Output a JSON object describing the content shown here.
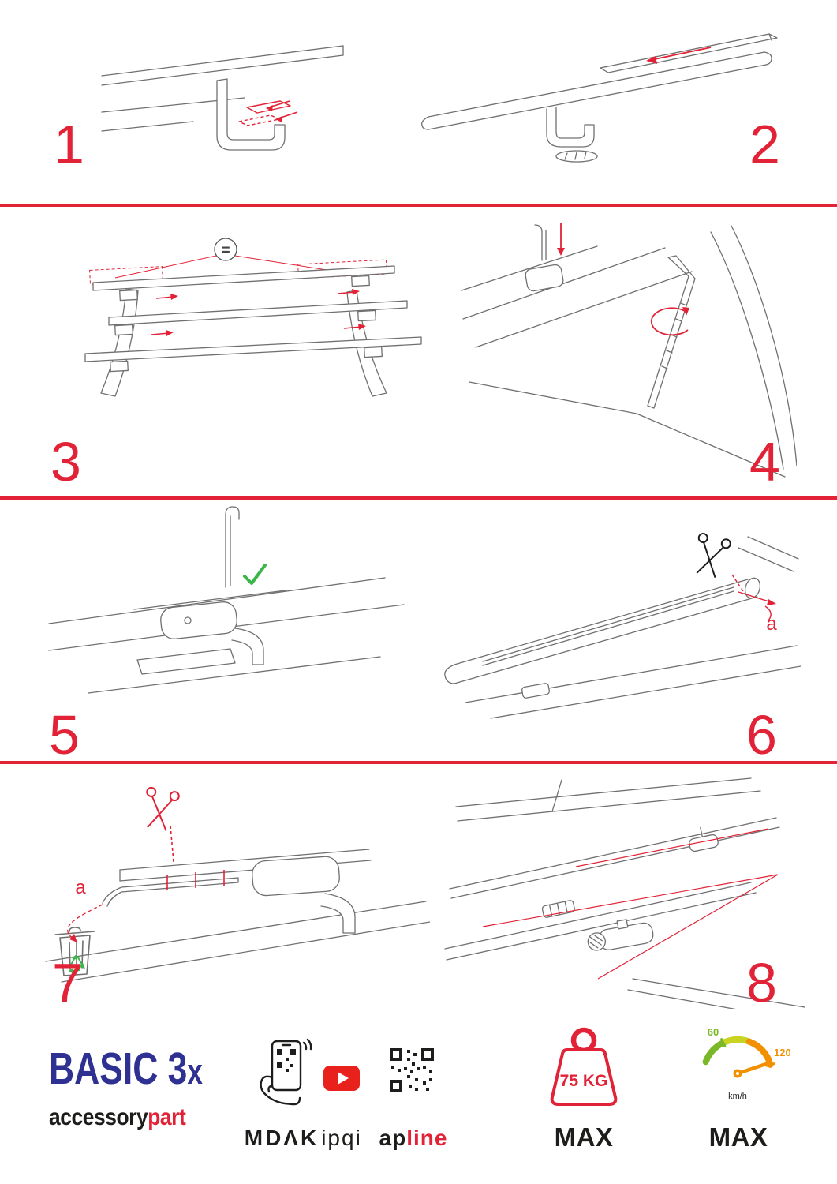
{
  "steps": [
    {
      "number": "1"
    },
    {
      "number": "2"
    },
    {
      "number": "3",
      "equal_sign": "="
    },
    {
      "number": "4"
    },
    {
      "number": "5"
    },
    {
      "number": "6",
      "cut_label": "a"
    },
    {
      "number": "7",
      "cut_label": "a"
    },
    {
      "number": "8"
    }
  ],
  "footer": {
    "brand": {
      "title": "BASIC 3",
      "title_suffix": "x",
      "sub_black": "accessory",
      "sub_red": "part"
    },
    "partners": {
      "mdak": "MDΛK",
      "ipqi": "ipqi",
      "apline_black": "ap",
      "apline_red": "line"
    },
    "weight": {
      "value": "75 KG",
      "label": "MAX"
    },
    "speed": {
      "tick_low": "60",
      "tick_high": "120",
      "unit": "km/h",
      "label": "MAX"
    }
  },
  "colors": {
    "accent_red": "#e22236",
    "drawing_gray": "#707070",
    "check_green": "#3cb54a",
    "brand_blue": "#2e3192",
    "youtube_red": "#e8211d",
    "gauge_green": "#7ab829",
    "gauge_orange": "#f29100",
    "text_black": "#1d1d1b"
  }
}
